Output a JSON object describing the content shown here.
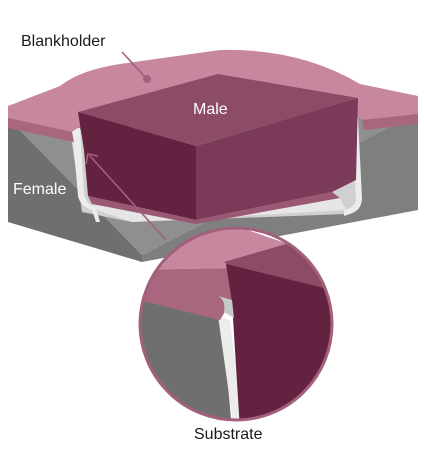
{
  "labels": {
    "blankholder": "Blankholder",
    "male": "Male",
    "female": "Female",
    "substrate": "Substrate"
  },
  "colors": {
    "blankholder_top": "#c7889f",
    "blankholder_side": "#ab6b85",
    "male_top": "#8c4c67",
    "male_front": "#63223f",
    "male_side": "#7b3b58",
    "female_top": "#8e8e8e",
    "female_front": "#6d6d6d",
    "female_side": "#7e7e7e",
    "cavity": "#d2d2d2",
    "substrate": "#ededed",
    "leader": "#a2607d",
    "circle_border": "#a2607d"
  }
}
